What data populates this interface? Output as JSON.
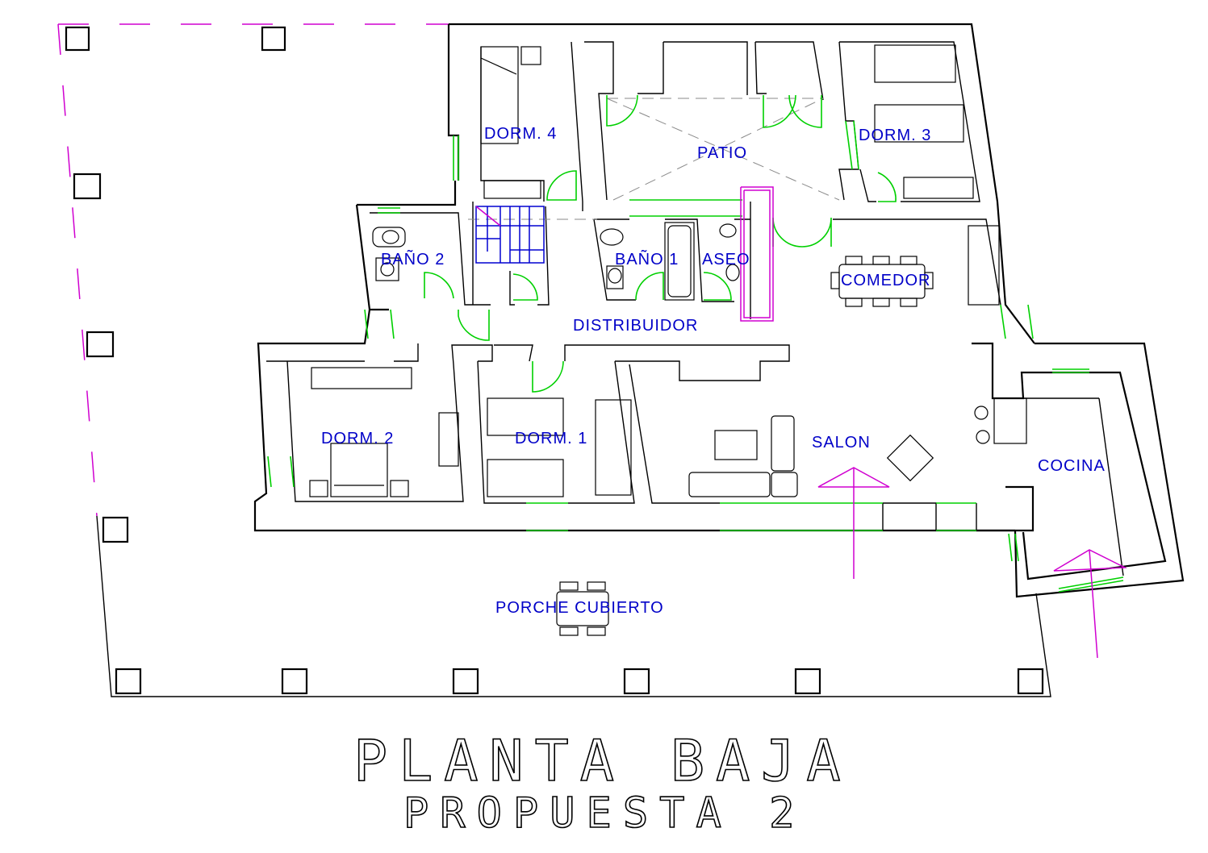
{
  "title": {
    "main": "PLANTA BAJA",
    "sub": "PROPUESTA 2"
  },
  "rooms": {
    "dorm4": "DORM.  4",
    "patio": "PATIO",
    "dorm3": "DORM.  3",
    "bano2": "BAÑO  2",
    "bano1": "BAÑO  1",
    "aseo": "ASEO",
    "comedor": "COMEDOR",
    "distribuidor": "DISTRIBUIDOR",
    "dorm2": "DORM.  2",
    "dorm1": "DORM.  1",
    "salon": "SALON",
    "cocina": "COCINA",
    "porche": "PORCHE  CUBIERTO"
  },
  "colors": {
    "walls": "#000000",
    "openings": "#00d000",
    "labels": "#0000c8",
    "boundary": "#d000d0",
    "stairs": "#0000d0"
  }
}
